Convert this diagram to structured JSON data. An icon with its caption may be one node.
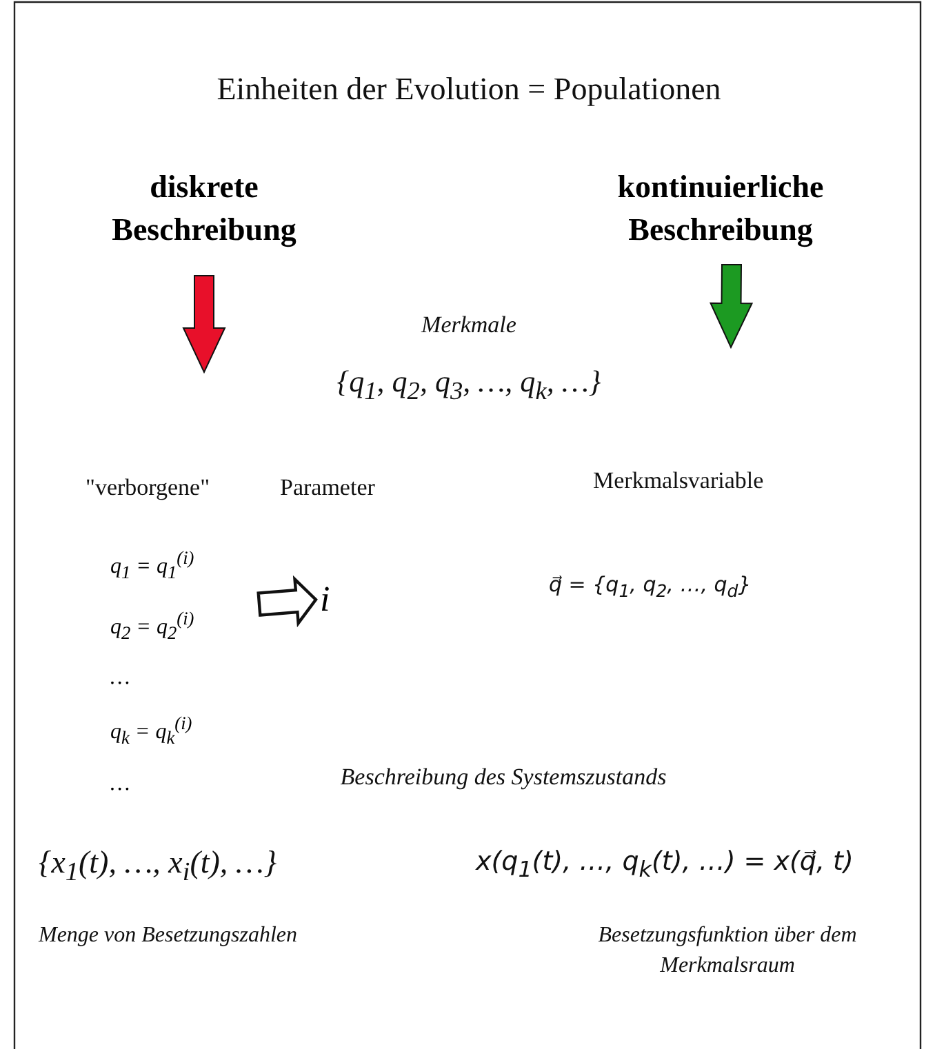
{
  "diagram": {
    "title": "Einheiten der Evolution = Populationen",
    "nodes": [
      {
        "text": [
          "diskrete Beschreibung"
        ]
      },
      {
        "text": [
          "kontinuierliche Beschreibung"
        ]
      },
      {
        "text": [
          "q$_{1}$ = q$_{1}$$^{(i)}$",
          "q$_{2}$ = q$_{2}$$^{(i)}$",
          "…",
          "q$_{k}$ = q$_{k}$$^{(i)}$",
          "…"
        ]
      },
      {
        "text": [
          "i"
        ]
      }
    ],
    "edges": [
      {
        "from": 0,
        "to": null,
        "arrow": "to",
        "color": "#e8102a"
      },
      {
        "from": 1,
        "to": null,
        "arrow": "to",
        "color": "#1c9a22"
      },
      {
        "from": 2,
        "to": 3,
        "arrow": "to"
      }
    ],
    "labels": [
      "Merkmale",
      "{q$_{1}$, q$_{2}$, q$_{3}$, …, q$_{k}$, …}",
      "\"verborgene\"",
      "Parameter",
      "Merkmalsvariable",
      "q⃗ = {q$_{1}$, q$_{2}$, …, q$_{d}$}",
      "Beschreibung des Systemszustands",
      "{x$_{1}$(t), …, x$_{i}$(t), …}",
      "x(q$_{1}$(t), …, q$_{k}$(t), …) = x(q⃗, t)",
      "Menge von Besetzungszahlen",
      "Besetzungsfunktion über dem Merkmalsraum"
    ]
  }
}
